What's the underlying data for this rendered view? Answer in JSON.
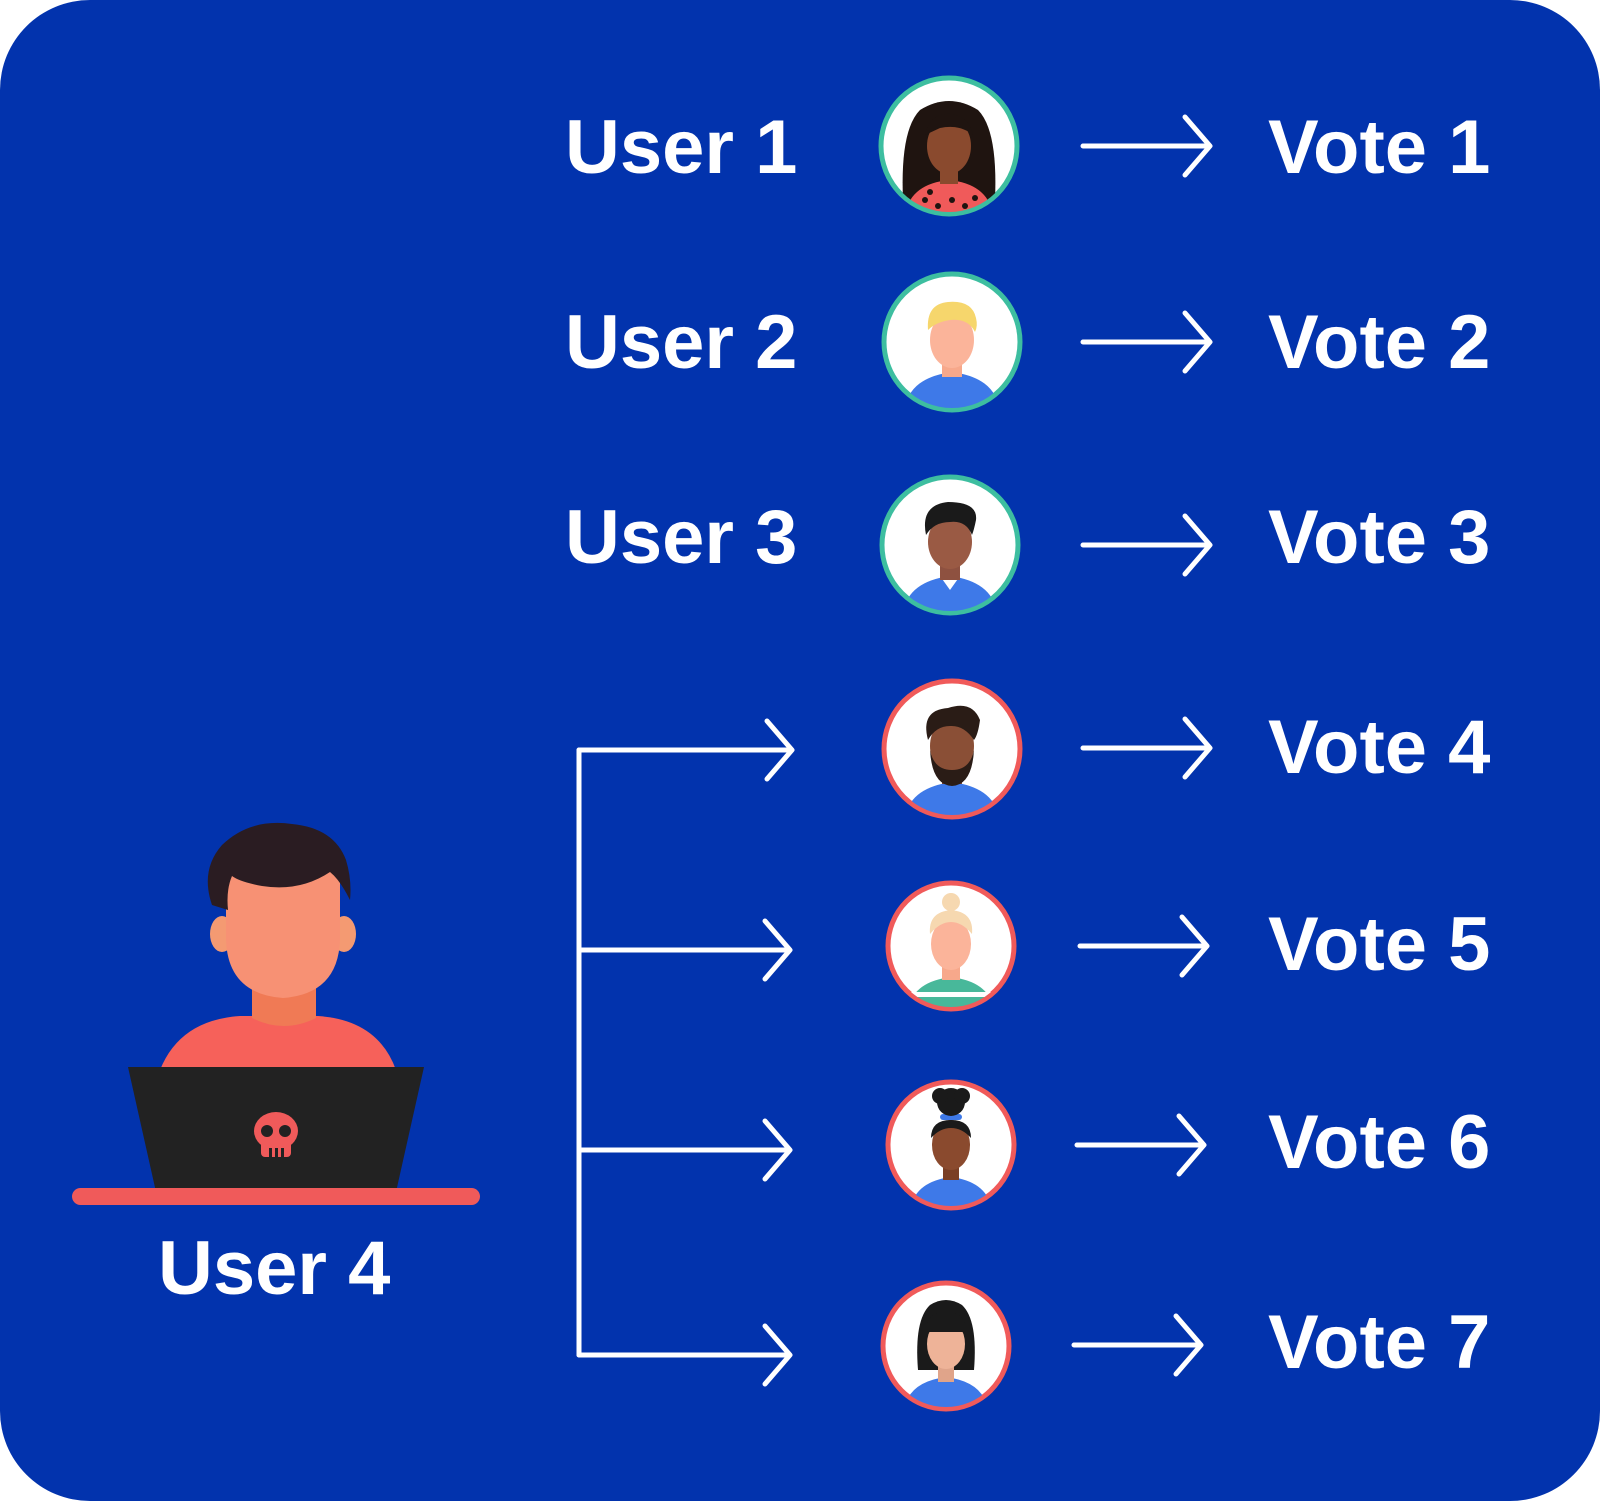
{
  "colors": {
    "background": "#0233AD",
    "text": "#FFFFFF",
    "arrow": "#FFFFFF",
    "genuine_ring": "#3DBEA0",
    "fake_ring": "#F05A5A",
    "attacker_shirt": "#F6615A",
    "laptop": "#222222",
    "desk": "#F05A5A",
    "skull": "#F05A5A"
  },
  "genuine_users": [
    {
      "label": "User 1",
      "vote": "Vote 1",
      "avatar": "woman-curly-hair-avatar-icon"
    },
    {
      "label": "User 2",
      "vote": "Vote 2",
      "avatar": "blond-man-avatar-icon"
    },
    {
      "label": "User 3",
      "vote": "Vote 3",
      "avatar": "man-quiff-hair-avatar-icon"
    }
  ],
  "attacker": {
    "label": "User 4",
    "icon": "hacker-with-laptop-icon",
    "laptop_icon": "skull-icon"
  },
  "fake_identities": [
    {
      "vote": "Vote 4",
      "avatar": "bearded-man-avatar-icon"
    },
    {
      "vote": "Vote 5",
      "avatar": "man-bun-avatar-icon"
    },
    {
      "vote": "Vote 6",
      "avatar": "woman-afro-puff-avatar-icon"
    },
    {
      "vote": "Vote 7",
      "avatar": "woman-bob-hair-avatar-icon"
    }
  ]
}
